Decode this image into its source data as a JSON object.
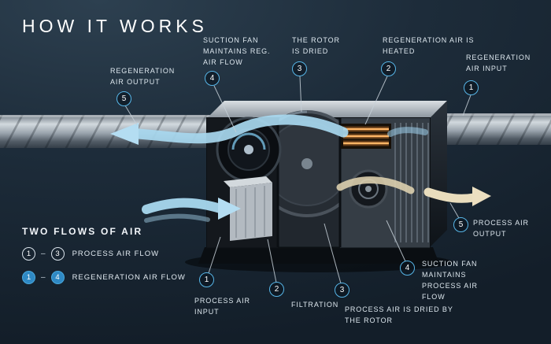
{
  "title": "HOW IT WORKS",
  "callouts": {
    "top": [
      {
        "number": "5",
        "label": "REGENERATION AIR OUTPUT"
      },
      {
        "number": "4",
        "label": "SUCTION FAN MAINTAINS REG. AIR FLOW"
      },
      {
        "number": "3",
        "label": "THE ROTOR IS DRIED"
      },
      {
        "number": "2",
        "label": "REGENERATION AIR IS HEATED"
      },
      {
        "number": "1",
        "label": "REGENERATION AIR INPUT"
      }
    ],
    "bottom": [
      {
        "number": "1",
        "label": "PROCESS AIR INPUT"
      },
      {
        "number": "2",
        "label": "FILTRATION"
      },
      {
        "number": "3",
        "label": "PROCESS AIR IS DRIED BY THE ROTOR"
      },
      {
        "number": "4",
        "label": "SUCTION FAN MAINTAINS PROCESS AIR FLOW"
      },
      {
        "number": "5",
        "label": "PROCESS AIR OUTPUT"
      }
    ]
  },
  "legend": {
    "heading": "TWO FLOWS OF AIR",
    "rows": [
      {
        "from": "1",
        "separator": "–",
        "to": "3",
        "label": "PROCESS AIR FLOW"
      },
      {
        "from": "1",
        "separator": "–",
        "to": "4",
        "label": "REGENERATION AIR FLOW"
      }
    ]
  },
  "colors": {
    "accent_blue": "#57b6e8",
    "flow_blue": "#a8d8ef",
    "heater_orange": "#ff9636",
    "process_output_beige": "#e9ddbd",
    "background": "#1d2c3a"
  }
}
